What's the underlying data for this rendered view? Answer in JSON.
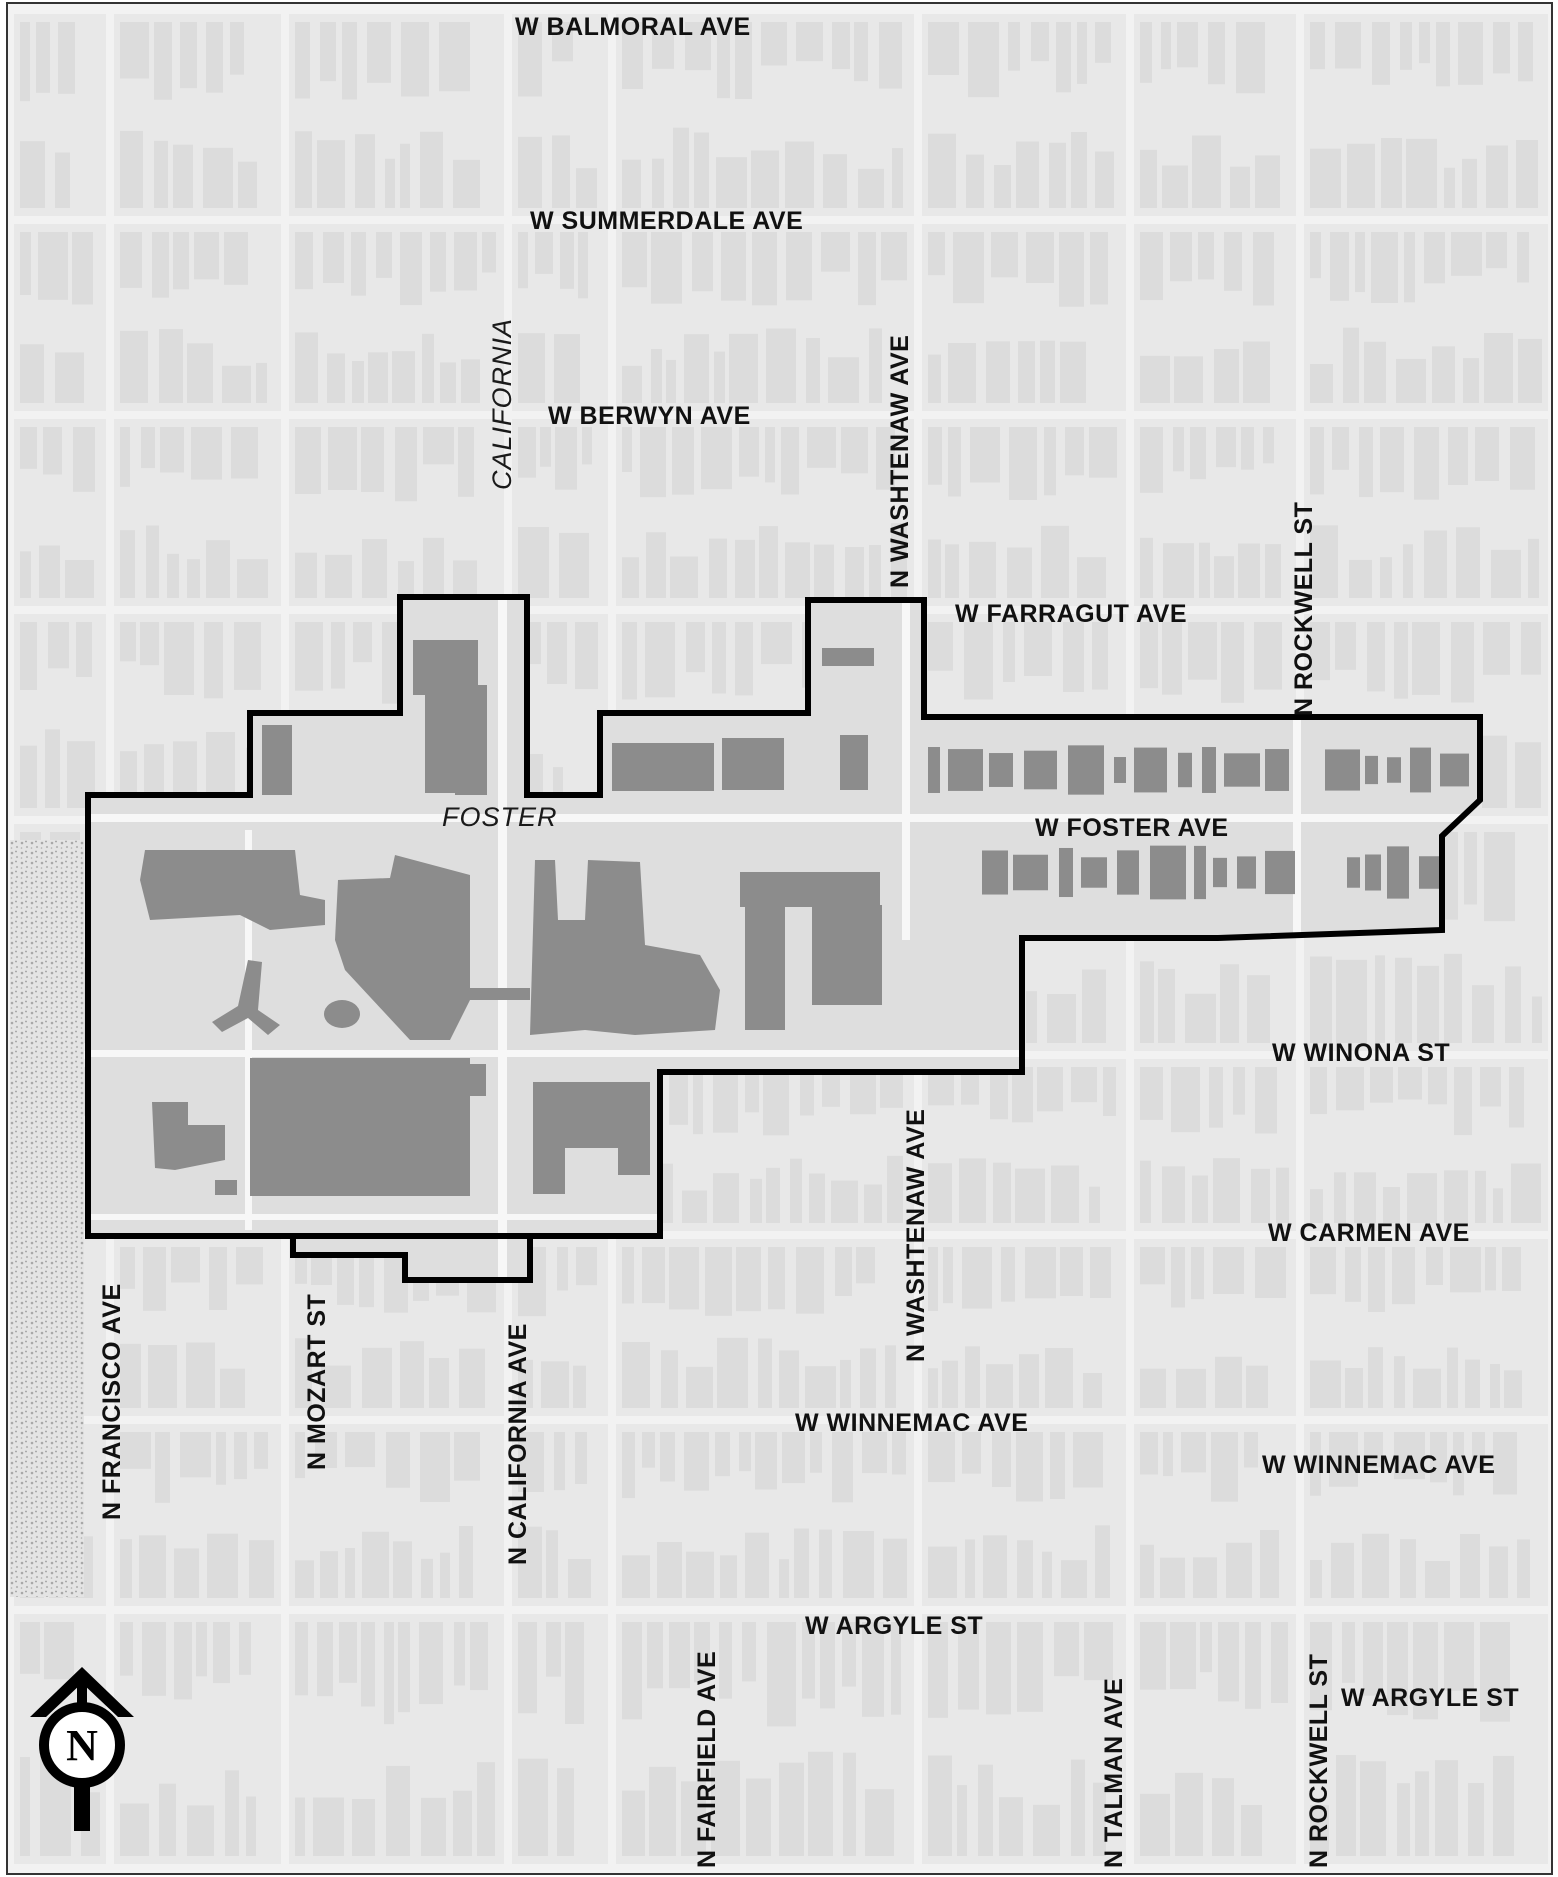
{
  "map": {
    "colors": {
      "background": "#f2f2f2",
      "block": "#e8e8e8",
      "street": "#ffffff",
      "context_building": "#dcdcdc",
      "site_area": "#dedede",
      "site_building": "#8c8c8c",
      "boundary": "#000000",
      "park": "#cfcfcf",
      "label": "#111111"
    },
    "street_labels": {
      "balmoral": "W BALMORAL  AVE",
      "summerdale": "W SUMMERDALE  AVE",
      "berwyn": "W BERWYN  AVE",
      "farragut": "W FARRAGUT  AVE",
      "foster_inner": "FOSTER",
      "foster": "W FOSTER  AVE",
      "winona": "W WINONA  ST",
      "carmen": "W CARMEN  AVE",
      "winnemac_center": "W WINNEMAC  AVE",
      "winnemac_east": "W WINNEMAC  AVE",
      "argyle_center": "W ARGYLE  ST",
      "argyle_east": "W ARGYLE  ST",
      "california_north": "CALIFORNIA",
      "california_south": "N CALIFORNIA  AVE",
      "washtenaw_north": "N WASHTENAW  AVE",
      "washtenaw_south": "N WASHTENAW  AVE",
      "rockwell_north": "N ROCKWELL  ST",
      "rockwell_south": "N ROCKWELL  ST",
      "francisco": "N FRANCISCO  AVE",
      "mozart": "N MOZART  ST",
      "fairfield": "N FAIRFIELD  AVE",
      "talman": "N TALMAN  AVE"
    },
    "north_arrow": {
      "letter": "N",
      "icon": "north-arrow-icon"
    }
  }
}
